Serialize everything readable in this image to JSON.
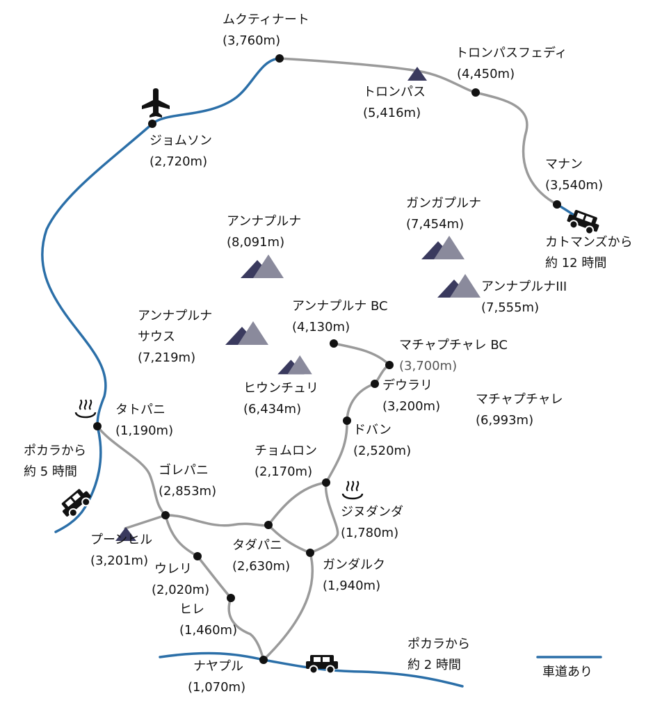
{
  "colors": {
    "road": "#2b6fa8",
    "trail": "#9a9a9a",
    "node": "#111111",
    "peak_dark": "#3a3a5e",
    "peak_light": "#8a8a9c",
    "icon": "#111111"
  },
  "icons": {
    "plane": "airplane-icon",
    "onsen": "hot-spring-icon",
    "jeep": "jeep-icon",
    "peak": "mountain-peak-icon"
  },
  "legend": {
    "label": "車道あり"
  },
  "places": {
    "muktinath": {
      "name": "ムクティナート",
      "elev": "(3,760m)"
    },
    "thorong_phedi": {
      "name": "トロンパスフェディ",
      "elev": "(4,450m)"
    },
    "thorong_pass": {
      "name": "トロンパス",
      "elev": "(5,416m)"
    },
    "jomsom": {
      "name": "ジョムソン",
      "elev": "(2,720m)"
    },
    "manang": {
      "name": "マナン",
      "elev": "(3,540m)"
    },
    "tatopani": {
      "name": "タトパニ",
      "elev": "(1,190m)"
    },
    "ghorepani": {
      "name": "ゴレパニ",
      "elev": "(2,853m)"
    },
    "poon_hill": {
      "name": "プーンヒル",
      "elev": "(3,201m)"
    },
    "ulleri": {
      "name": "ウレリ",
      "elev": "(2,020m)"
    },
    "hile": {
      "name": "ヒレ",
      "elev": "(1,460m)"
    },
    "nayapul": {
      "name": "ナヤプル",
      "elev": "(1,070m)"
    },
    "tadapani": {
      "name": "タダパニ",
      "elev": "(2,630m)"
    },
    "chhomrong": {
      "name": "チョムロン",
      "elev": "(2,170m)"
    },
    "jhinu_danda": {
      "name": "ジヌダンダ",
      "elev": "(1,780m)"
    },
    "ghandruk": {
      "name": "ガンダルク",
      "elev": "(1,940m)"
    },
    "dovan": {
      "name": "ドバン",
      "elev": "(2,520m)"
    },
    "deurali": {
      "name": "デウラリ",
      "elev": "(3,200m)"
    },
    "mbc": {
      "name": "マチャプチャレ BC",
      "elev": "(3,700m)"
    },
    "abc": {
      "name": "アンナプルナ BC",
      "elev": "(4,130m)"
    }
  },
  "mountains": {
    "annapurna": {
      "name": "アンナプルナ",
      "elev": "(8,091m)"
    },
    "gangapurna": {
      "name": "ガンガプルナ",
      "elev": "(7,454m)"
    },
    "annapurna_iii": {
      "name": "アンナプルナIII",
      "elev": "(7,555m)"
    },
    "annapurna_south": {
      "name1": "アンナプルナ",
      "name2": "サウス",
      "elev": "(7,219m)"
    },
    "hiunchuli": {
      "name": "ヒウンチュリ",
      "elev": "(6,434m)"
    },
    "machapuchare": {
      "name": "マチャプチャレ",
      "elev": "(6,993m)"
    }
  },
  "access": {
    "kathmandu": {
      "line1": "カトマンズから",
      "line2": "約 12 時間"
    },
    "pokhara_5h": {
      "line1": "ポカラから",
      "line2": "約 5 時間"
    },
    "pokhara_2h": {
      "line1": "ポカラから",
      "line2": "約 2 時間"
    }
  }
}
